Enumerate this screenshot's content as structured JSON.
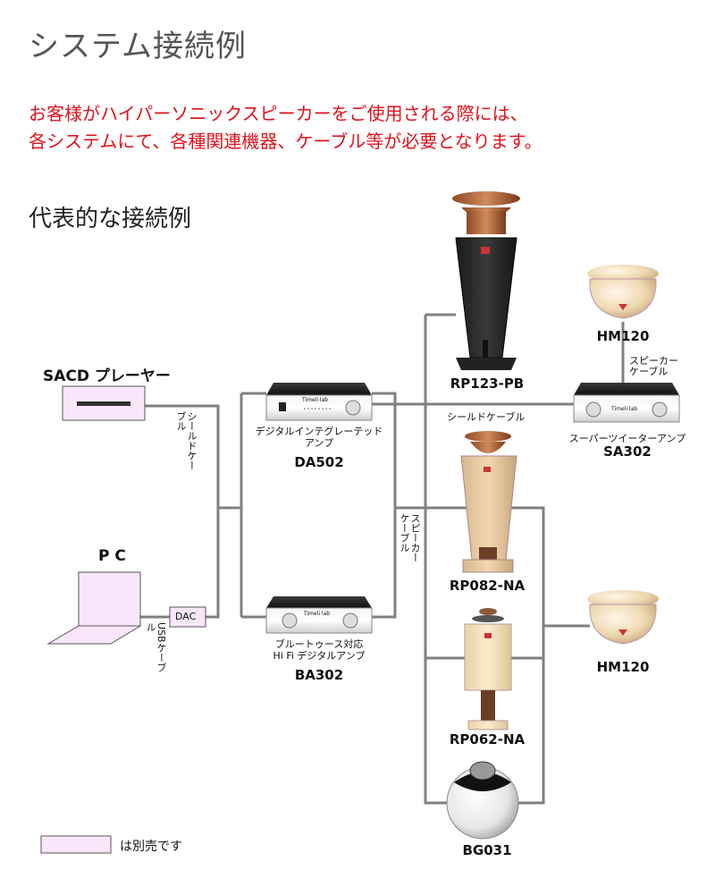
{
  "page_title": "システム接続例",
  "notice": {
    "line1": "お客様がハイパーソニックスピーカーをご使用される際には、",
    "line2": "各システムにて、各種関連機器、ケーブル等が必要となります。"
  },
  "section_title": "代表的な接続例",
  "sources": {
    "sacd_label": "SACD プレーヤー",
    "pc_label": "P C",
    "dac_label": "DAC"
  },
  "cables": {
    "shield_cable_vertical": "シールドケーブル",
    "shield_cable_horizontal": "シールドケーブル",
    "usb_cable": "USBケーブル",
    "speaker_cable_vertical": "スピーカーケーブル",
    "speaker_cable_top_line1": "スピーカー",
    "speaker_cable_top_line2": "ケーブル"
  },
  "amps": {
    "da502_desc_line1": "デジタルインテグレーテッド",
    "da502_desc_line2": "アンプ",
    "da502_model": "DA502",
    "ba302_desc_line1": "ブルートゥース対応",
    "ba302_desc_line2": "Hi Fi デジタルアンプ",
    "ba302_model": "BA302",
    "sa302_desc": "スーパーツイーターアンプ",
    "sa302_model": "SA302",
    "brand_mark": "Timeli lab"
  },
  "speakers": {
    "rp123_model": "RP123-PB",
    "rp082_model": "RP082-NA",
    "rp062_model": "RP062-NA",
    "bg031_model": "BG031",
    "hm120_top_model": "HM120",
    "hm120_bottom_model": "HM120"
  },
  "legend": {
    "label": "は別売です",
    "swatch_color": "#fae6fa"
  },
  "colors": {
    "notice_red": "#e0111b",
    "wire_gray": "#808080",
    "sold_separately_fill": "#fae6fa"
  }
}
